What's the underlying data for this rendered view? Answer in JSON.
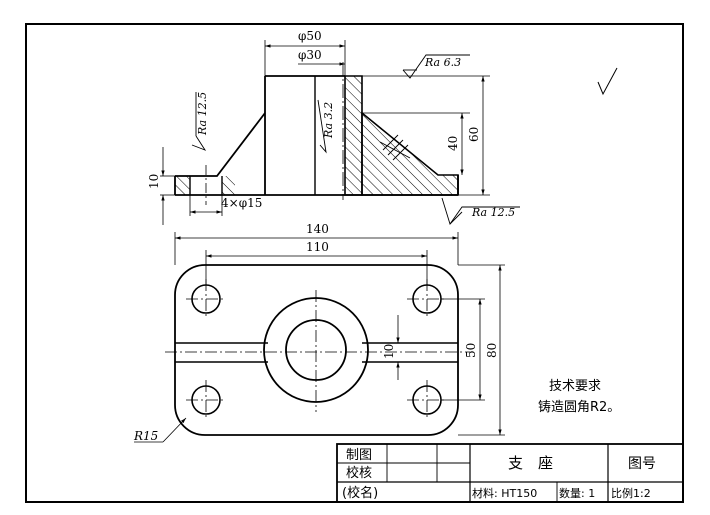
{
  "front_view": {
    "dim_phi50": "φ50",
    "dim_phi30": "φ30",
    "dim_60": "60",
    "dim_40": "40",
    "dim_10": "10",
    "dim_holes": "4×φ15",
    "ra_top": "Ra 6.3",
    "ra_bore": "Ra 3.2",
    "ra_left": "Ra 12.5",
    "ra_base": "Ra 12.5"
  },
  "general_roughness_mark": "√",
  "top_view": {
    "dim_140": "140",
    "dim_110": "110",
    "dim_80": "80",
    "dim_50": "50",
    "dim_10": "10",
    "dim_r15": "R15"
  },
  "tech_req": {
    "title": "技术要求",
    "item": "铸造圆角R2。"
  },
  "title_block": {
    "drawn": "制图",
    "checked": "校核",
    "school": "(校名)",
    "part_name": "支　座",
    "drawing_no": "图号",
    "material": "材料: HT150",
    "quantity": "数量: 1",
    "scale": "比例1:2"
  }
}
